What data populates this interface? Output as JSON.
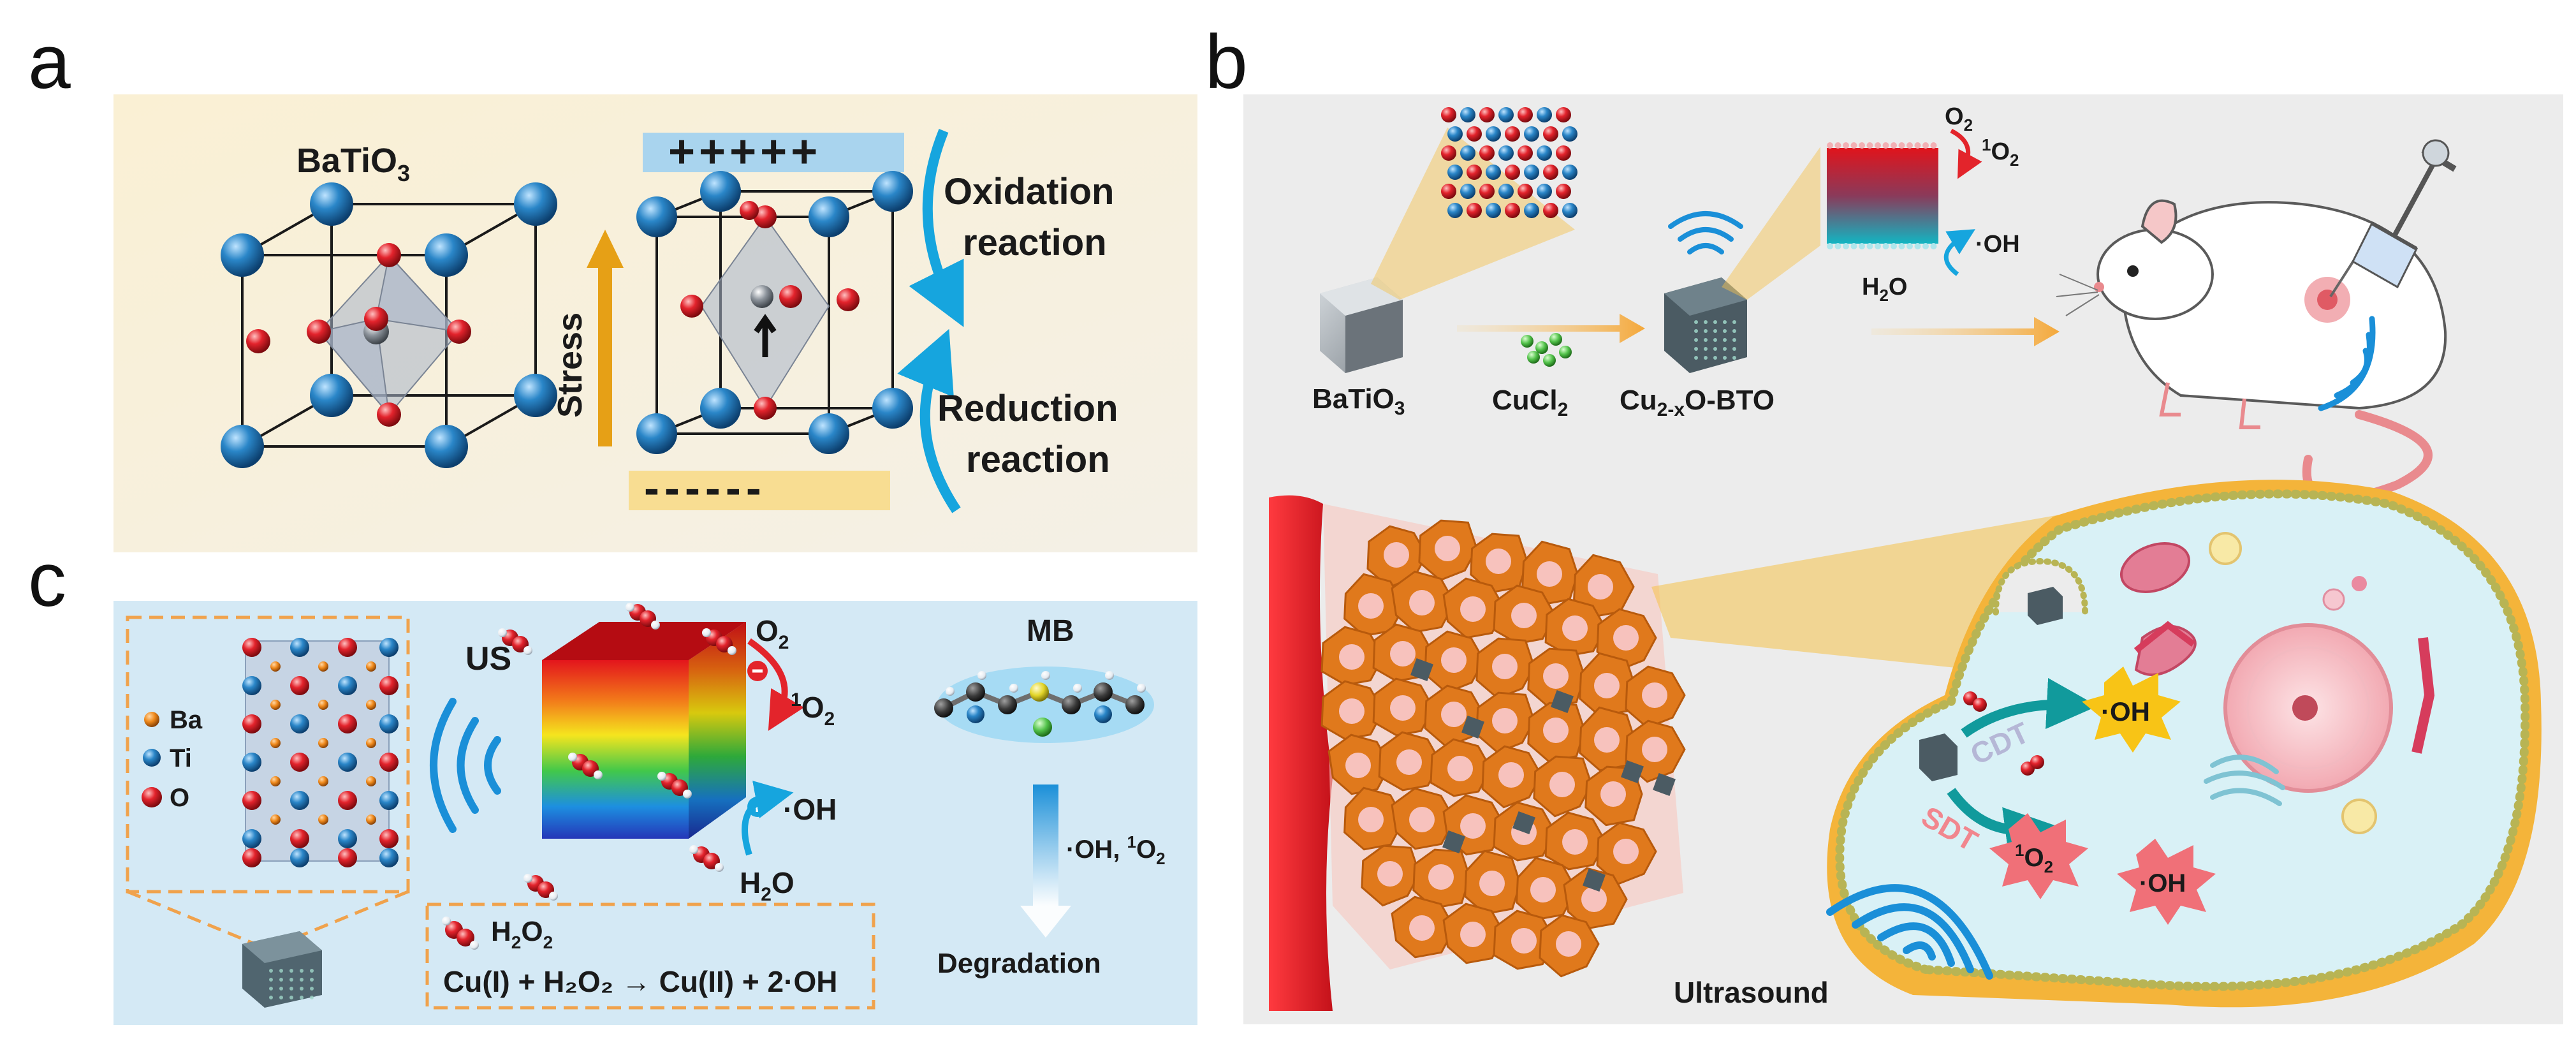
{
  "panels": {
    "a": {
      "letter": "a",
      "title_base": "BaTiO",
      "title_sub": "3",
      "plus": "+++++",
      "minus": "------",
      "stress": "Stress",
      "oxidation_1": "Oxidation",
      "oxidation_2": "reaction",
      "reduction_1": "Reduction",
      "reduction_2": "reaction"
    },
    "b": {
      "letter": "b",
      "batio3_base": "BaTiO",
      "batio3_sub": "3",
      "cucl2_base": "CuCl",
      "cucl2_sub": "2",
      "cubto_a": "Cu",
      "cubto_sub": "2-x",
      "cubto_b": "O-BTO",
      "o2_base": "O",
      "o2_sub": "2",
      "singlet_sup": "1",
      "singlet_base": "O",
      "singlet_sub": "2",
      "oh": "·OH",
      "h2o_a": "H",
      "h2o_sub": "2",
      "h2o_b": "O",
      "cdt": "CDT",
      "sdt": "SDT",
      "cell_oh_1": "·OH",
      "cell_oh_2": "·OH",
      "cell_singlet_sup": "1",
      "cell_singlet_base": "O",
      "cell_singlet_sub": "2",
      "ultrasound": "Ultrasound"
    },
    "c": {
      "letter": "c",
      "legend": [
        "Ba",
        "Ti",
        "O"
      ],
      "us": "US",
      "o2_base": "O",
      "o2_sub": "2",
      "singlet_sup": "1",
      "singlet_base": "O",
      "singlet_sub": "2",
      "oh": "·OH",
      "h2o_a": "H",
      "h2o_sub": "2",
      "h2o_b": "O",
      "mb": "MB",
      "radicals_a": "·OH, ",
      "radicals_sup": "1",
      "radicals_b": "O",
      "radicals_sub": "2",
      "degradation": "Degradation",
      "h2o2_a": "H",
      "h2o2_sub1": "2",
      "h2o2_b": "O",
      "h2o2_sub2": "2",
      "equation": "Cu(I) + H₂O₂ → Cu(II) + 2·OH"
    }
  },
  "colors": {
    "panel_a_bg": "#faf1d9",
    "panel_b_bg": "#ececec",
    "panel_c_bg": "#d4e9f5",
    "barium": "#1d6fb0",
    "oxygen": "#e0202b",
    "titanium": "#8a8f96",
    "arrow_blue": "#16a5de",
    "stress_orange": "#e6a016",
    "tissue_orange": "#e0791c",
    "vessel_red": "#e8262c"
  }
}
